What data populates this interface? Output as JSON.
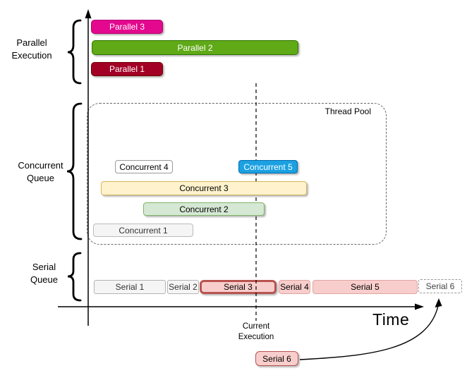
{
  "sections": {
    "parallel_label": "Parallel\nExecution",
    "concurrent_label": "Concurrent\nQueue",
    "serial_label": "Serial\nQueue"
  },
  "thread_pool": {
    "label": "Thread Pool"
  },
  "parallel_bars": [
    {
      "label": "Parallel 3",
      "fill": "#E3088E",
      "border": "#B4006E",
      "text_color": "#FFFFFF"
    },
    {
      "label": "Parallel 2",
      "fill": "#60A917",
      "border": "#2D7600",
      "text_color": "#FFFFFF"
    },
    {
      "label": "Parallel 1",
      "fill": "#A20025",
      "border": "#6F0000",
      "text_color": "#FFFFFF"
    }
  ],
  "concurrent_bars": [
    {
      "label": "Concurrent 4",
      "fill": "#FFFFFF",
      "border": "#999999",
      "text_color": "#000000"
    },
    {
      "label": "Concurrent 5",
      "fill": "#1BA1E2",
      "border": "#006EAF",
      "text_color": "#FFFFFF"
    },
    {
      "label": "Concurrent 3",
      "fill": "#FFF2CC",
      "border": "#D6B656",
      "text_color": "#000000"
    },
    {
      "label": "Concurrent 2",
      "fill": "#D5E8D4",
      "border": "#82B366",
      "text_color": "#000000"
    },
    {
      "label": "Concurrent 1",
      "fill": "#F5F5F5",
      "border": "#BBBBBB",
      "text_color": "#333333"
    }
  ],
  "serial_bars": [
    {
      "label": "Serial 1",
      "fill": "#F5F5F5",
      "border": "#B3B3B3",
      "text_color": "#333333"
    },
    {
      "label": "Serial 2",
      "fill": "#F5F5F5",
      "border": "#B3B3B3",
      "text_color": "#333333"
    },
    {
      "label": "Serial 3",
      "fill": "#F8CECC",
      "border": "#B85450",
      "text_color": "#000000"
    },
    {
      "label": "Serial 4",
      "fill": "#F8CECC",
      "border": "#DFA5A2",
      "text_color": "#000000"
    },
    {
      "label": "Serial 5",
      "fill": "#F8CECC",
      "border": "#DFA5A2",
      "text_color": "#000000"
    },
    {
      "label": "Serial 6",
      "fill": "#FEFEFE",
      "border": "#999999",
      "text_color": "#444444"
    }
  ],
  "callout": {
    "label": "Serial 6",
    "fill": "#F8CECC",
    "border": "#B85450",
    "text_color": "#000000"
  },
  "axis": {
    "time_label": "Time"
  },
  "current_execution": {
    "label": "Current\nExecution"
  },
  "colors": {
    "axis": "#000000",
    "dashed_guides": "#666666"
  }
}
